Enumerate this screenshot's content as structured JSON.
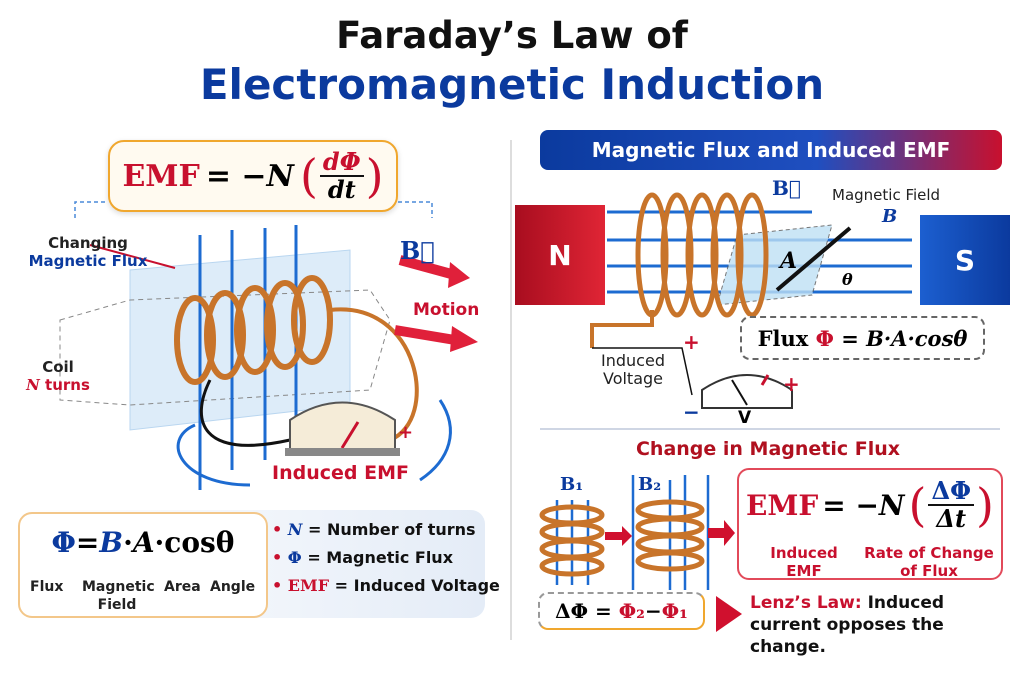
{
  "title": {
    "line1": "Faraday’s Law of",
    "line2": "Electromagnetic Induction"
  },
  "left": {
    "emf_formula": {
      "lhs": "EMF",
      "eq": "= −N",
      "num": "dΦ",
      "den": "dt"
    },
    "changing_flux": {
      "line1": "Changing",
      "line2": "Magnetic Flux"
    },
    "coil": {
      "line1": "Coil",
      "n": "N",
      "turns": " turns"
    },
    "b_vector": "B⃗",
    "motion": "Motion",
    "induced_emf": "Induced EMF",
    "flux_formula": {
      "phi": "Φ",
      "eq": "=",
      "b": "B",
      "dot1": "·",
      "a": "A",
      "dot2": "·",
      "cos": "cosθ"
    },
    "flux_labels": {
      "flux": "Flux",
      "field": "Magnetic Field",
      "area": "Area",
      "angle": "Angle"
    },
    "legend": [
      {
        "sym": "N",
        "text": "= Number of turns"
      },
      {
        "sym": "Φ",
        "text": "= Magnetic Flux"
      },
      {
        "sym": "EMF",
        "text": "= Induced Voltage"
      }
    ]
  },
  "right": {
    "banner": "Magnetic Flux and Induced EMF",
    "magnet_n": "N",
    "magnet_s": "S",
    "b_vector": "B⃗",
    "magnetic_field": "Magnetic Field",
    "b": "B",
    "a": "A",
    "theta": "θ",
    "flux_box": {
      "label": "Flux",
      "phi": "Φ",
      "rest": "= B·A·cosθ"
    },
    "induced_voltage": {
      "line1": "Induced",
      "line2": "Voltage"
    },
    "plus": "+",
    "minus": "−",
    "v": "V",
    "change_title": "Change in Magnetic Flux",
    "b1": "B₁",
    "b2": "B₂",
    "emf2": {
      "lhs": "EMF",
      "eq": "= −N",
      "num": "ΔΦ",
      "den": "Δt"
    },
    "emf2_labels": {
      "induced": "Induced EMF",
      "rate": "Rate of Change of Flux"
    },
    "delta_phi": {
      "lhs": "ΔΦ =",
      "p2": "Φ₂",
      "minus": "−",
      "p1": "Φ₁"
    },
    "lenz": {
      "label": "Lenz’s Law:",
      "text": " Induced current opposes the change."
    }
  }
}
